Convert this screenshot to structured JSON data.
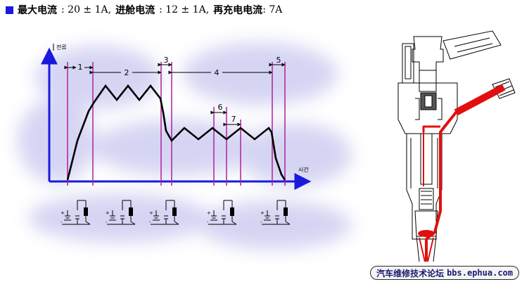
{
  "header": {
    "peak_label": "最大电流",
    "peak_value": ": 20 ± 1A,",
    "hold_label": "进舱电流",
    "hold_value": ": 12 ± 1A,",
    "recharge_label": "再充电电流",
    "recharge_value": ": 7A"
  },
  "chart": {
    "y_axis_label": "전류",
    "x_axis_label": "시간",
    "interval_labels": [
      "1",
      "2",
      "3",
      "4",
      "5",
      "6",
      "7"
    ]
  },
  "watermark": {
    "name": "汽车维修技术论坛",
    "url": "bbs.ephua.com"
  },
  "colors": {
    "header_square": "#1a1adc",
    "axis": "#1a1adc",
    "markers": "#b0209a",
    "current_trace": "#000000",
    "fuel_path": "#e01010",
    "background_blob": "#c8c8f0"
  }
}
